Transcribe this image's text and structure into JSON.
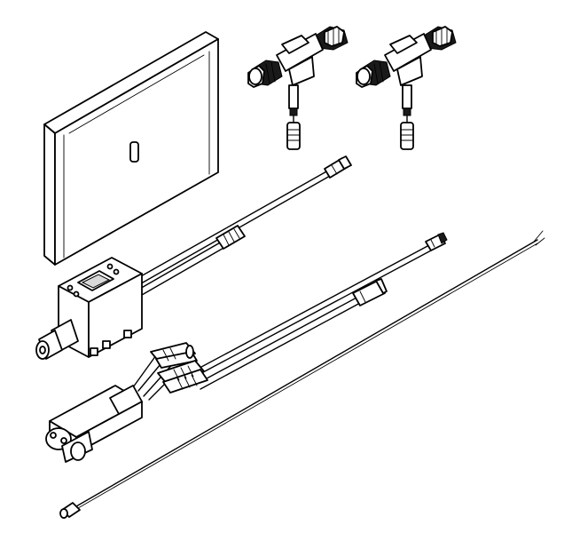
{
  "image": {
    "background": "#ffffff",
    "line_color": "#000000",
    "components": [
      {
        "name": "display-panel",
        "kind": "flat rectangular panel"
      },
      {
        "name": "t-connector",
        "kind": "T-connector with pigtail",
        "count": 2
      },
      {
        "name": "control-unit",
        "kind": "box module with window and cables"
      },
      {
        "name": "sensor-clamp-module",
        "kind": "clamp module with four leads"
      },
      {
        "name": "thin-wire",
        "kind": "thin cable with terminal end"
      }
    ]
  }
}
